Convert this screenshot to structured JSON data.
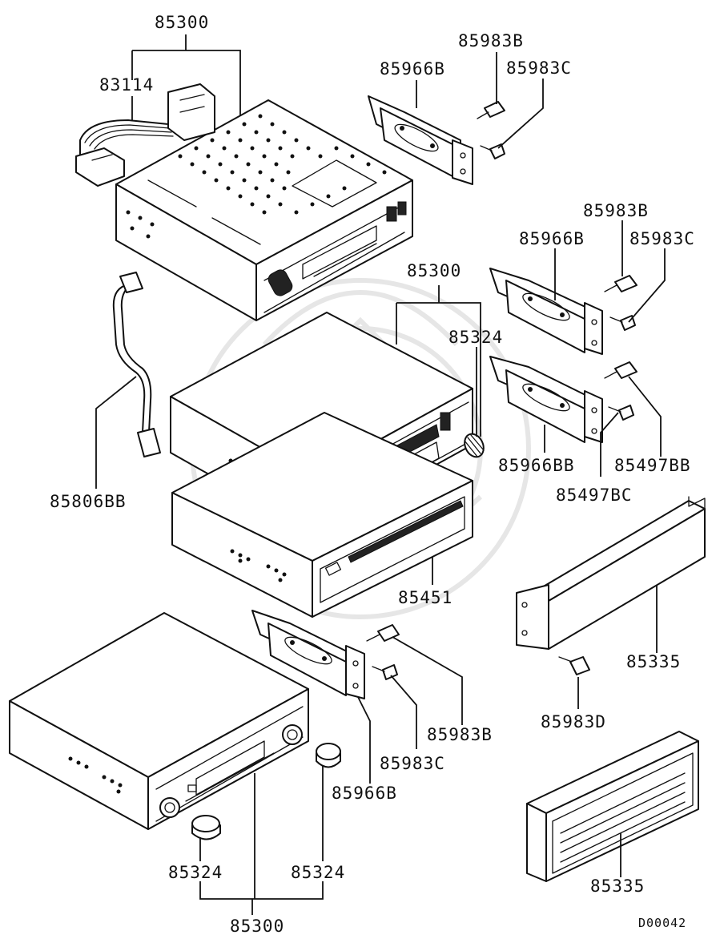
{
  "diagram_code": "D00042",
  "labels": {
    "top_unit": "85300",
    "harness": "83114",
    "top_bracket": "85966B",
    "top_bracket_screw_b": "85983B",
    "top_bracket_screw_c": "85983C",
    "right_bracket_1": "85966B",
    "right_bracket_1_screw_b": "85983B",
    "right_bracket_1_screw_c": "85983C",
    "middle_unit": "85300",
    "middle_knob": "85324",
    "antenna_cable": "85806BB",
    "right_bracket_2": "85966BB",
    "screw_85497bb": "85497BB",
    "screw_85497bc": "85497BC",
    "cd_unit": "85451",
    "pocket_tray": "85335",
    "screw_85983d": "85983D",
    "lower_bracket": "85966B",
    "lower_bracket_screw_b": "85983B",
    "lower_bracket_screw_c": "85983C",
    "bottom_left_knob": "85324",
    "bottom_right_knob": "85324",
    "bottom_unit": "85300",
    "cover_panel": "85335"
  }
}
